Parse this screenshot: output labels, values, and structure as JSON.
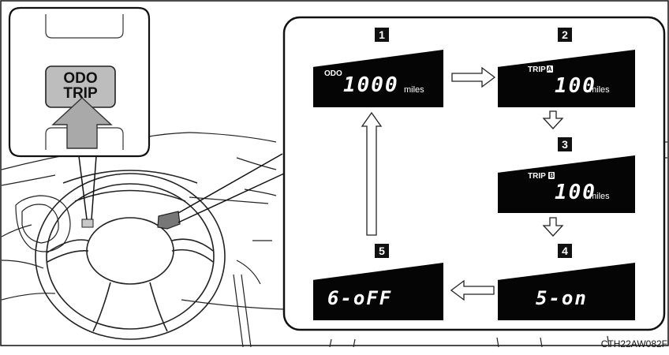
{
  "button": {
    "line1": "ODO",
    "line2": "TRIP"
  },
  "steps": [
    {
      "number": "1",
      "label": "ODO",
      "value": "1000",
      "unit": "miles",
      "sub": ""
    },
    {
      "number": "2",
      "label": "TRIP",
      "value": "100",
      "unit": "miles",
      "sub": "A"
    },
    {
      "number": "3",
      "label": "TRIP",
      "value": "100",
      "unit": "miles",
      "sub": "B"
    },
    {
      "number": "4",
      "label": "",
      "value": "5-on",
      "unit": "",
      "sub": ""
    },
    {
      "number": "5",
      "label": "",
      "value": "6-oFF",
      "unit": "",
      "sub": ""
    }
  ],
  "figure_code": "CTH22AW082F",
  "colors": {
    "line": "#111111",
    "button_fill": "#bdbdbd",
    "arrow_fill": "#a9a9a9",
    "lcd": "#050505"
  },
  "icons": [
    "press-arrow-icon",
    "right-arrow-icon",
    "down-arrow-icon",
    "left-arrow-icon",
    "up-arrow-icon"
  ]
}
